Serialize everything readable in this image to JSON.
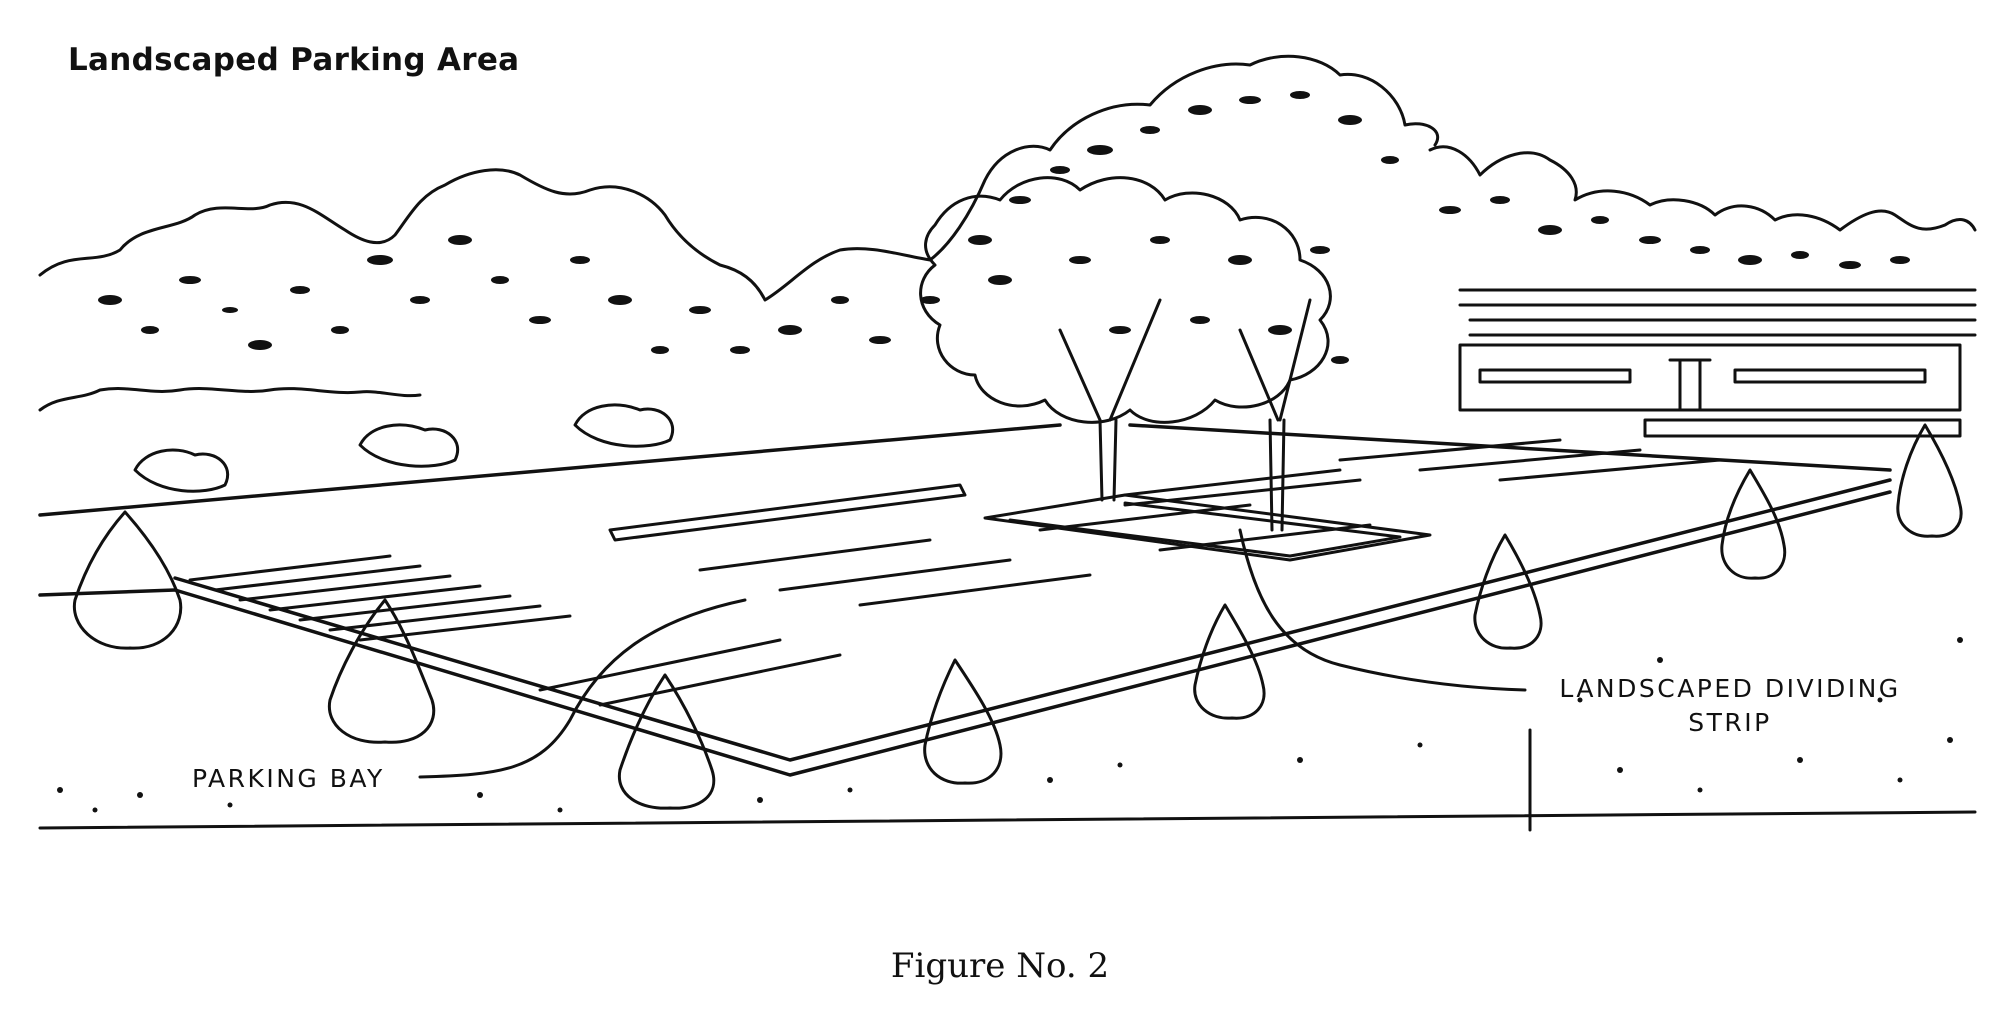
{
  "figure": {
    "title": "Landscaped Parking Area",
    "caption": "Figure No. 2"
  },
  "callouts": {
    "parking_bay": "PARKING BAY",
    "dividing_strip_line1": "LANDSCAPED DIVIDING",
    "dividing_strip_line2": "STRIP"
  },
  "illustration": {
    "style": "black ink line drawing",
    "ink_color": "#111111",
    "paper_color": "#ffffff",
    "elements": [
      "background-tree-line",
      "large-shade-tree",
      "building",
      "parking-lot",
      "parking-stalls",
      "dividing-strip",
      "evergreen-shrubs",
      "ground-line"
    ]
  }
}
